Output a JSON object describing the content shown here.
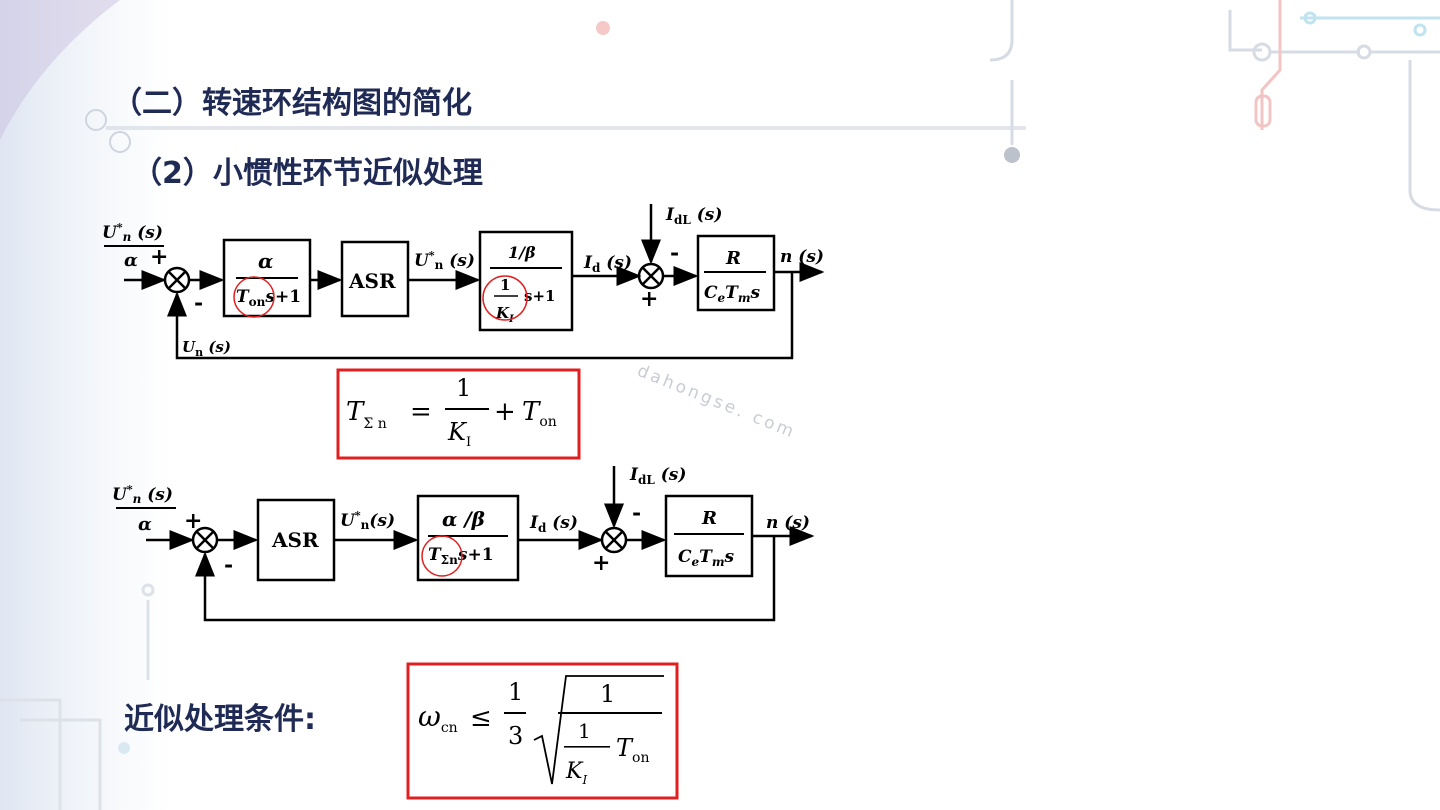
{
  "titles": {
    "section": "（二）转速环结构图的简化",
    "subsection": "（2）小惯性环节近似处理"
  },
  "condition_label": "近似处理条件:",
  "watermark": "dahongse. com",
  "colors": {
    "title": "#1f2a55",
    "highlight": "#e02020",
    "line": "#000000"
  },
  "diagram1": {
    "input_num": "U*n (s)",
    "input_den": "α",
    "plus": "+",
    "minus": "-",
    "filter_num": "α",
    "filter_den": "Tons+1",
    "asr": "ASR",
    "signal_un_star": "U*n (s)",
    "current_num": "1/β",
    "current_den_top": "1",
    "current_den_bot": "KI",
    "current_den_tail": "s+1",
    "signal_id": "Id (s)",
    "disturb": "IdL (s)",
    "motor_num": "R",
    "motor_den": "CeTms",
    "output": "n (s)",
    "feedback": "Un (s)"
  },
  "formula1": "TΣn = 1/KI + Ton",
  "diagram2": {
    "input_num": "U*n (s)",
    "input_den": "α",
    "plus": "+",
    "minus": "-",
    "asr": "ASR",
    "signal_un_star": "U*n(s)",
    "block_num": "α /β",
    "block_den": "TΣns+1",
    "signal_id": "Id (s)",
    "disturb": "IdL (s)",
    "motor_num": "R",
    "motor_den": "CeTms",
    "output": "n (s)"
  },
  "formula2": "ωcn ≤ 1/3 √(1/(1/KI·Ton))"
}
